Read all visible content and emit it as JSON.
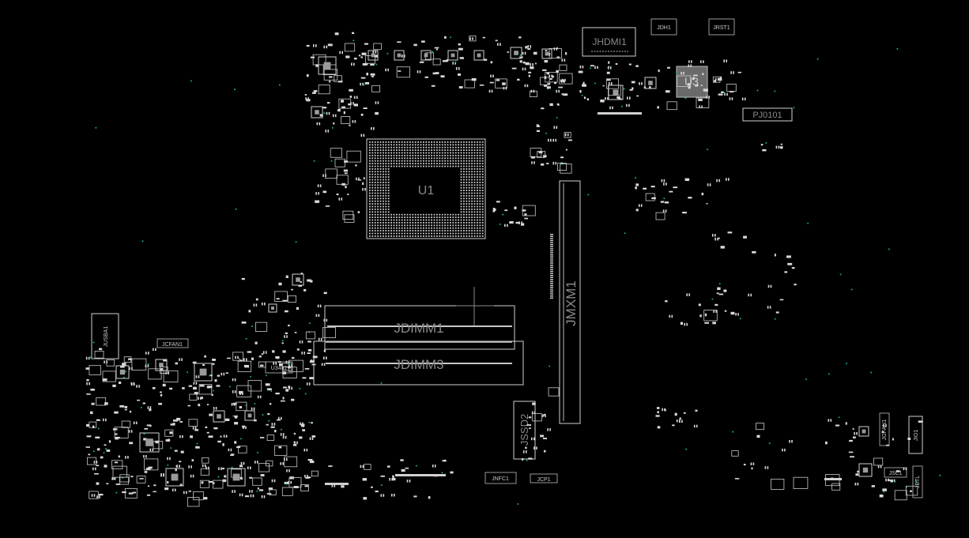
{
  "canvas": {
    "background": "#000000",
    "outline_color": "#d0d0d0",
    "pad_color": "#d9d9d9",
    "via_color": "#1aa5a5",
    "label_color": "#8a8a8a"
  },
  "components": {
    "u1": "U1",
    "u3": "U3",
    "jdimm1": "JDIMM1",
    "jdimm3": "JDIMM3",
    "jmxm1": "JMXM1",
    "jhdmi1": "JHDMI1",
    "pj0101": "PJ0101",
    "jssd2": "JSSD2",
    "jusba1": "JUSBA1",
    "jcfan1": "JCFAN1",
    "u3402": "U3402",
    "jnfc1": "JNFC1",
    "jcp1": "JCP1",
    "jio1": "JIO1",
    "jgfan1": "JGFAN1",
    "jsc1": "JSC1",
    "jrst1": "JRST1",
    "jbtl": "JBTL",
    "jdh1": "JDH1"
  }
}
